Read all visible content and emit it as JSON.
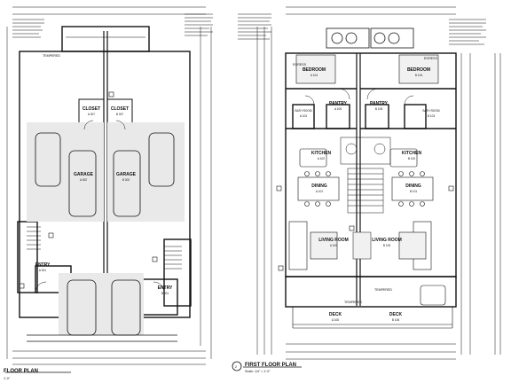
{
  "plans": {
    "ground": {
      "title": "FLOOR PLAN",
      "scale": "1'-0\"",
      "rooms": {
        "closet_left": "CLOSET",
        "closet_left_tag": "A 007",
        "closet_right": "CLOSET",
        "closet_right_tag": "B 007",
        "garage_left": "GARAGE",
        "garage_left_tag": "A 002",
        "garage_right": "GARAGE",
        "garage_right_tag": "B 002",
        "entry_left": "ENTRY",
        "entry_left_tag": "A 001",
        "entry_right": "ENTRY",
        "entry_right_tag": "B 001"
      },
      "labels": {
        "tempered": "TEMPERED"
      }
    },
    "first": {
      "number": "2",
      "title": "FIRST FLOOR PLAN",
      "scale": "Scale: 1/4\" = 1'-0\"",
      "rooms": {
        "bedroom_left": "BEDROOM",
        "bedroom_left_tag": "A 104",
        "bedroom_right": "BEDROOM",
        "bedroom_right_tag": "B 104",
        "bath_left": "BATH ROOM",
        "bath_left_tag": "A 103",
        "bath_right": "BATH ROOM",
        "bath_right_tag": "B 103",
        "pantry_left": "PANTRY",
        "pantry_left_tag": "A 105",
        "pantry_right": "PANTRY",
        "pantry_right_tag": "B 105",
        "kitchen_left": "KITCHEN",
        "kitchen_left_tag": "A 102",
        "kitchen_right": "KITCHEN",
        "kitchen_right_tag": "B 102",
        "dining_left": "DINING",
        "dining_left_tag": "A 101",
        "dining_right": "DINING",
        "dining_right_tag": "B 101",
        "living_left": "LIVING ROOM",
        "living_left_tag": "A 100",
        "living_right": "LIVING ROOM",
        "living_right_tag": "B 100",
        "deck_left": "DECK",
        "deck_left_tag": "A 106",
        "deck_right": "DECK",
        "deck_right_tag": "B 106"
      },
      "labels": {
        "egress": "EGRESS",
        "tempered": "TEMPERED"
      }
    }
  }
}
